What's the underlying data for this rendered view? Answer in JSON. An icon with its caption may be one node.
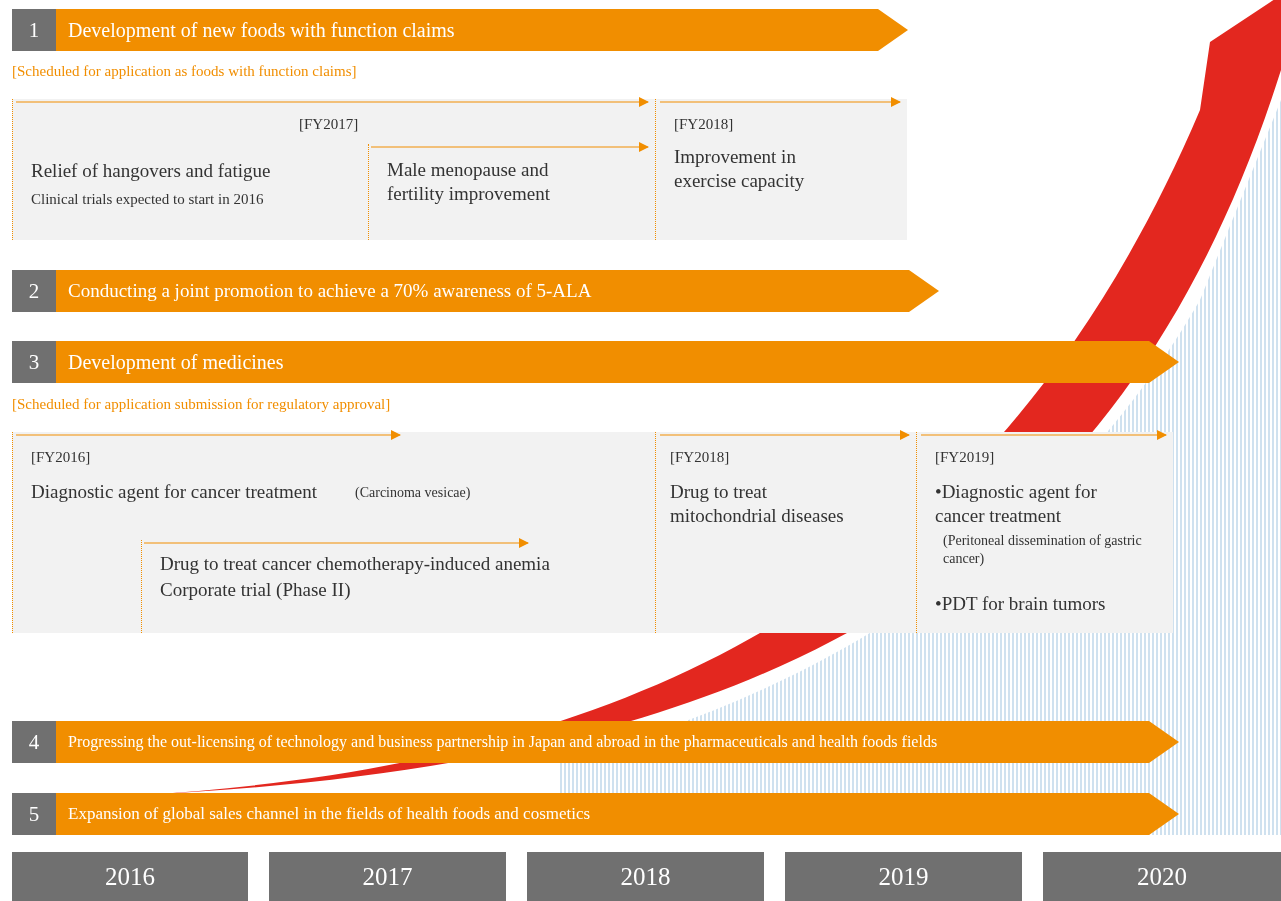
{
  "diagram": {
    "nodes": [
      {
        "text": [
          "1",
          "Development of new foods with function claims"
        ]
      },
      {
        "text": [
          "[FY2017]",
          "Relief of hangovers and fatigue",
          "Clinical trials expected to start in 2016"
        ]
      },
      {
        "text": [
          "Male menopause and fertility improvement"
        ],
        "in": 1
      },
      {
        "text": [
          "[FY2018]",
          "Improvement in exercise capacity"
        ]
      },
      {
        "text": [
          "2",
          "Conducting a joint promotion to achieve a 70% awareness of 5-ALA"
        ]
      },
      {
        "text": [
          "3",
          "Development of medicines"
        ]
      },
      {
        "text": [
          "[FY2016]",
          "Diagnostic agent for cancer treatment",
          "(Carcinoma vesicae)"
        ]
      },
      {
        "text": [
          "Drug to treat cancer chemotherapy-induced anemia",
          "Corporate trial (Phase II)"
        ],
        "in": 6
      },
      {
        "text": [
          "[FY2018]",
          "Drug to treat mitochondrial diseases"
        ]
      },
      {
        "text": [
          "[FY2019]",
          "•Diagnostic agent for cancer treatment",
          "(Peritoneal dissemination of gastric cancer)",
          "•PDT for brain tumors"
        ]
      },
      {
        "text": [
          "4",
          "Progressing the out-licensing of technology and business partnership in Japan and abroad in the pharmaceuticals and health foods fields"
        ]
      },
      {
        "text": [
          "5",
          "Expansion of global sales channel in the fields of health foods and cosmetics"
        ]
      },
      {
        "text": [
          "2016"
        ]
      },
      {
        "text": [
          "2017"
        ]
      },
      {
        "text": [
          "2018"
        ]
      },
      {
        "text": [
          "2019"
        ]
      },
      {
        "text": [
          "2020"
        ]
      }
    ],
    "edges": [],
    "labels": [
      "[Scheduled for application as foods with function claims]",
      "[Scheduled for application submission for regulatory approval]"
    ]
  }
}
